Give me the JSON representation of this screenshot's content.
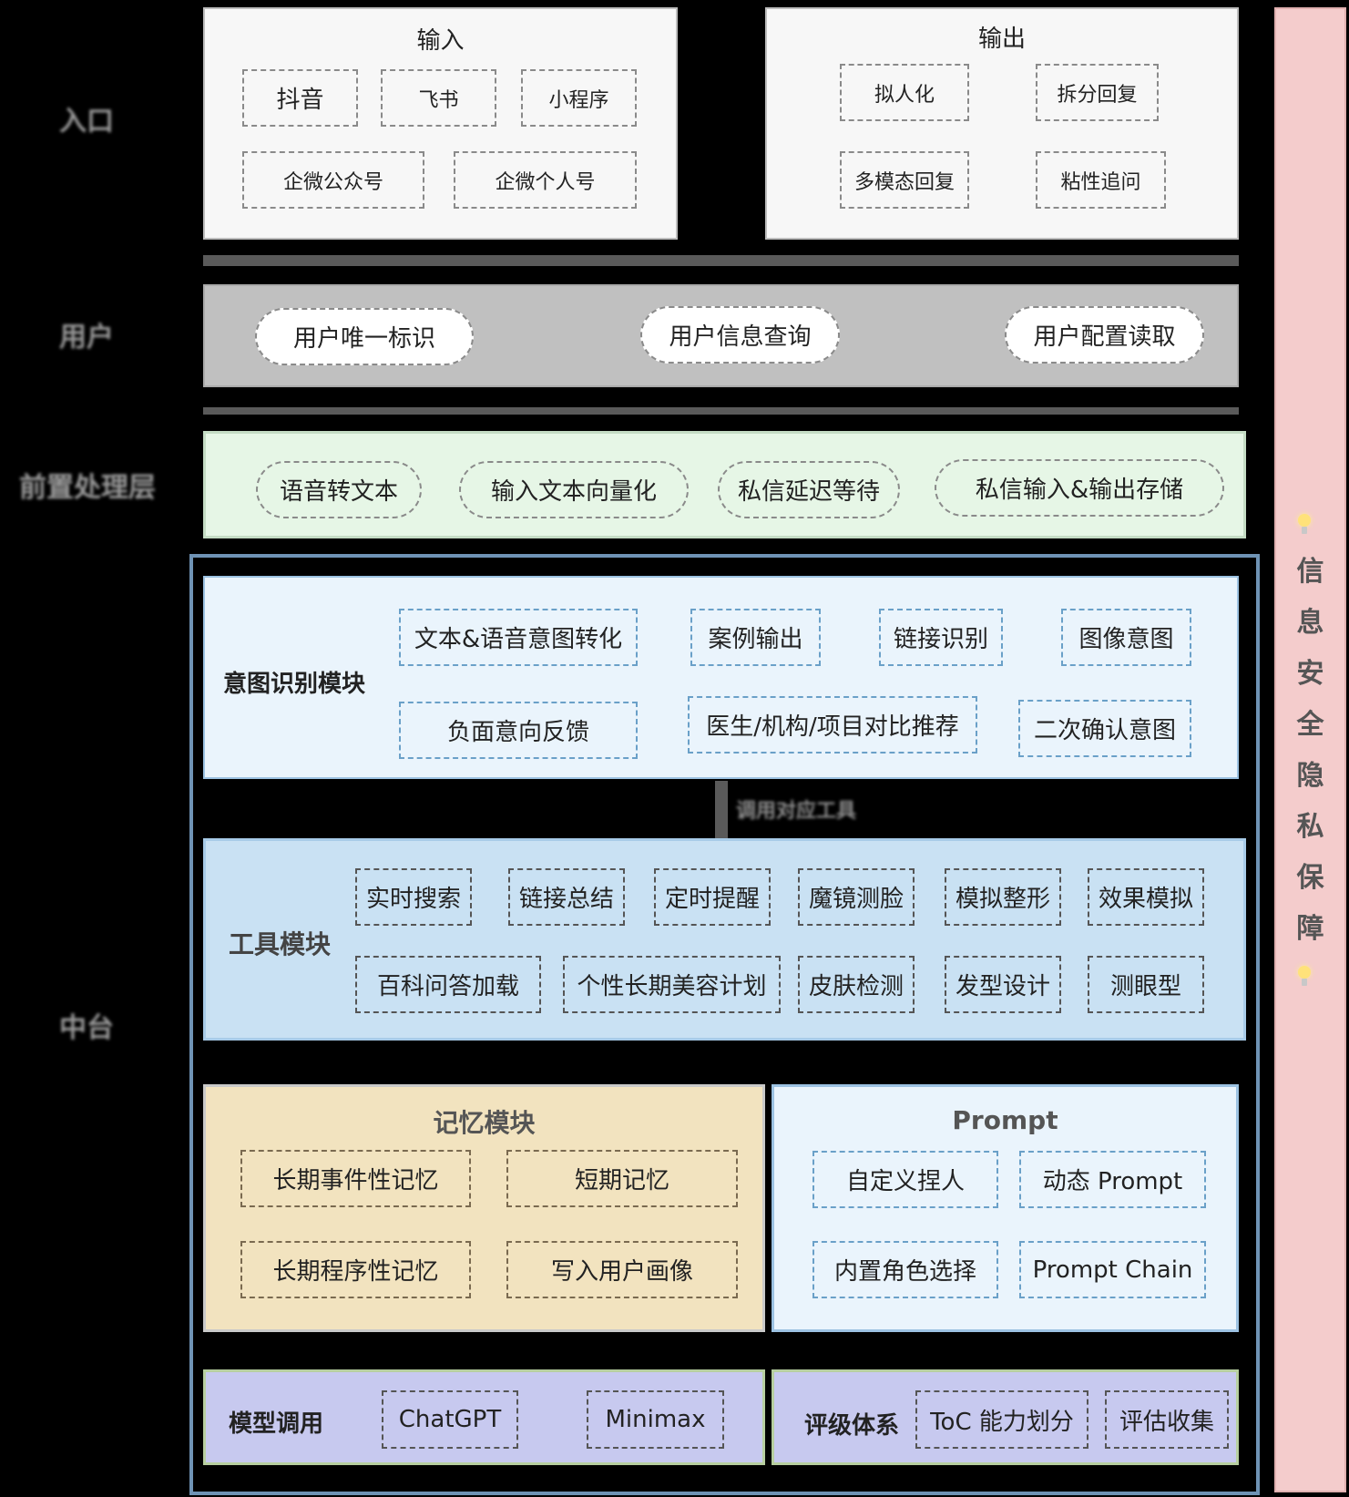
{
  "layers": {
    "entry": "入口",
    "user": "用户",
    "preprocess": "前置处理层",
    "core": "中台"
  },
  "entry": {
    "input": {
      "title": "输入",
      "items": [
        "抖音",
        "飞书",
        "小程序",
        "企微公众号",
        "企微个人号"
      ]
    },
    "output": {
      "title": "输出",
      "items": [
        "拟人化",
        "拆分回复",
        "多模态回复",
        "粘性追问"
      ]
    }
  },
  "user": {
    "items": [
      "用户唯一标识",
      "用户信息查询",
      "用户配置读取"
    ]
  },
  "preprocess": {
    "items": [
      "语音转文本",
      "输入文本向量化",
      "私信延迟等待",
      "私信输入&输出存储"
    ]
  },
  "intent": {
    "title": "意图识别模块",
    "items": [
      "文本&语音意图转化",
      "案例输出",
      "链接识别",
      "图像意图",
      "负面意向反馈",
      "医生/机构/项目对比推荐",
      "二次确认意图"
    ]
  },
  "connector_label": "调用对应工具",
  "tools": {
    "title": "工具模块",
    "items": [
      "实时搜索",
      "链接总结",
      "定时提醒",
      "魔镜测脸",
      "模拟整形",
      "效果模拟",
      "百科问答加载",
      "个性长期美容计划",
      "皮肤检测",
      "发型设计",
      "测眼型"
    ]
  },
  "memory": {
    "title": "记忆模块",
    "items": [
      "长期事件性记忆",
      "短期记忆",
      "长期程序性记忆",
      "写入用户画像"
    ]
  },
  "prompt": {
    "title": "Prompt",
    "items": [
      "自定义捏人",
      "动态 Prompt",
      "内置角色选择",
      "Prompt Chain"
    ]
  },
  "model": {
    "title": "模型调用",
    "items": [
      "ChatGPT",
      "Minimax"
    ]
  },
  "rating": {
    "title": "评级体系",
    "items": [
      "ToC 能力划分",
      "评估收集"
    ]
  },
  "security": {
    "chars": [
      "信",
      "息",
      "安",
      "全",
      "隐",
      "私",
      "保",
      "障"
    ]
  },
  "colors": {
    "entry_bg": "#f7f7f7",
    "user_bg": "#c0c0c0",
    "preprocess_bg": "#e6f6e6",
    "intent_bg": "#eaf4fc",
    "tools_bg": "#c9e1f3",
    "memory_bg": "#f2e3bf",
    "prompt_bg": "#eaf4fc",
    "model_bg": "#c7c9ef",
    "security_bg": "#f4cccc",
    "core_frame": "#6f93b5"
  }
}
